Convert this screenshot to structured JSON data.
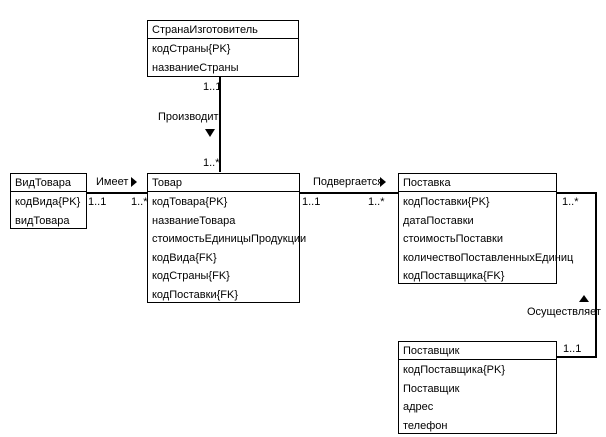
{
  "entities": {
    "country": {
      "title": "СтранаИзготовитель",
      "attributes": [
        "кодСтраны{PK}",
        "названиеСтраны"
      ]
    },
    "type": {
      "title": "ВидТовара",
      "attributes": [
        "кодВида{PK}",
        "видТовара"
      ]
    },
    "product": {
      "title": "Товар",
      "attributes": [
        "кодТовара{PK}",
        "названиеТовара",
        "стоимостьЕдиницыПродукции",
        "кодВида{FK}",
        "кодСтраны{FK}",
        "кодПоставки{FK}"
      ]
    },
    "delivery": {
      "title": "Поставка",
      "attributes": [
        "кодПоставки{PK}",
        "датаПоставки",
        "стоимостьПоставки",
        "количествоПоставленныхЕдиниц",
        "кодПоставщика{FK}"
      ]
    },
    "supplier": {
      "title": "Поставщик",
      "attributes": [
        "кодПоставщика{PK}",
        "Поставщик",
        "адрес",
        "телефон"
      ]
    }
  },
  "relations": {
    "produces": {
      "label": "Производит",
      "from_mult": "1..1",
      "to_mult": "1..*"
    },
    "has": {
      "label": "Имеет",
      "from_mult": "1..1",
      "to_mult": "1..*"
    },
    "undergoes": {
      "label": "Подвергается",
      "from_mult": "1..1",
      "to_mult": "1..*"
    },
    "performs": {
      "label": "Осуществляет",
      "from_mult": "1..1",
      "to_mult": "1..*"
    }
  }
}
